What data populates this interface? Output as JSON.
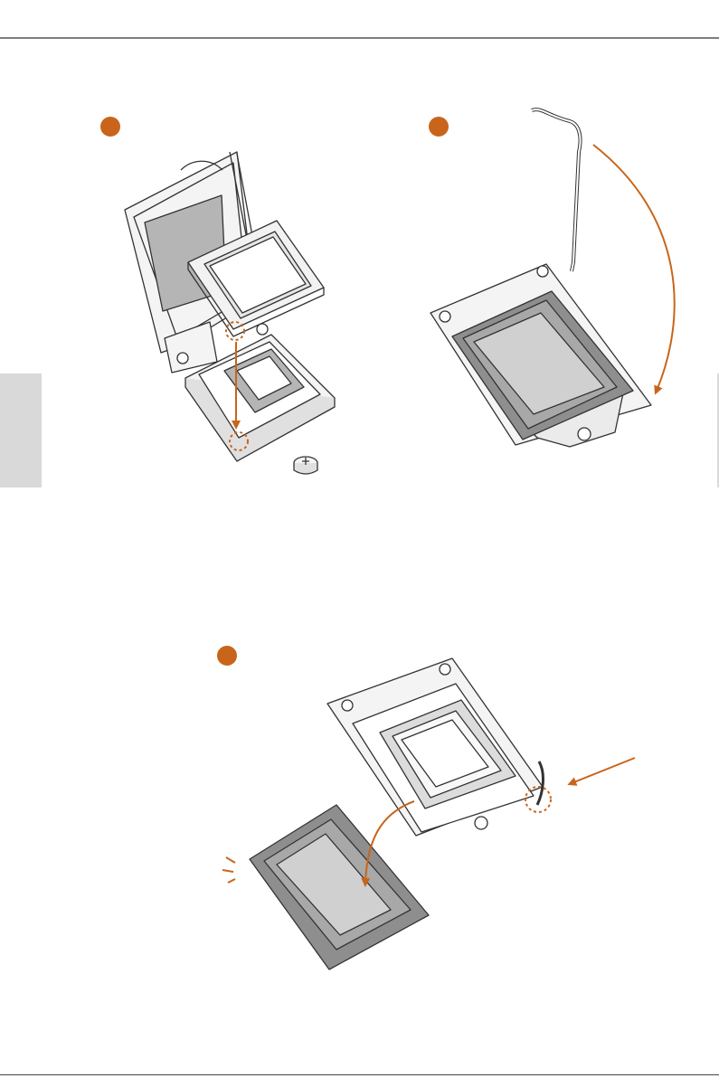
{
  "colors": {
    "accent": "#c8651b",
    "line": "#333333",
    "fill_dark": "#b5b5b5",
    "fill_light": "#ebebeb",
    "tab": "#d9d9d9"
  },
  "steps": [
    {
      "id": "step-1-insert-cpu",
      "marker": ""
    },
    {
      "id": "step-2-close-load-plate",
      "marker": ""
    },
    {
      "id": "step-3-remove-pnp-cap",
      "marker": ""
    }
  ],
  "icons": [
    "arrow-down-icon",
    "arrow-curved-icon",
    "arrow-left-icon",
    "alignment-circle-icon",
    "screw-icon"
  ]
}
